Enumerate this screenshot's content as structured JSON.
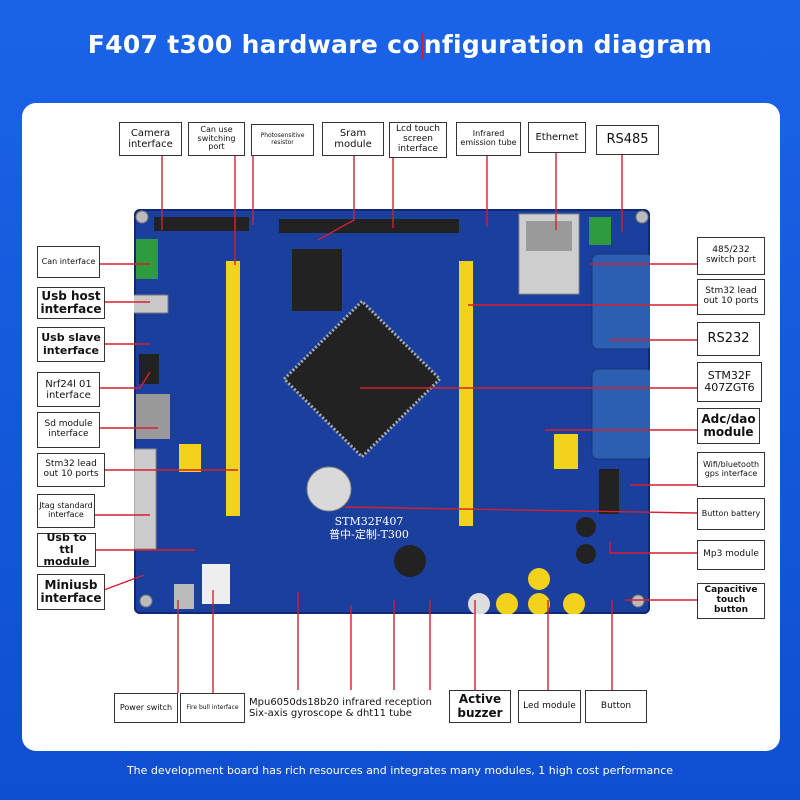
{
  "title_a": "F407 t300 hardware co",
  "title_b": "nfiguration diagram",
  "footer": "The development board has rich resources and integrates many modules, 1 high cost performance",
  "labels": {
    "camera": "Camera interface",
    "can_switch": "Can use switching port",
    "photosensitive": "Photosensitive resistor",
    "sram": "Sram module",
    "lcd": "Lcd touch screen interface",
    "infrared_emission": "Infrared emission tube",
    "ethernet": "Ethernet",
    "rs485": "RS485",
    "can_interface": "Can interface",
    "usb_host": "Usb host interface",
    "usb_slave": "Usb slave interface",
    "nrf24l01": "Nrf24l 01 interface",
    "sd": "Sd module interface",
    "stm32_left": "Stm32 lead out 10 ports",
    "jtag": "Jtag standard interface",
    "usb_ttl": "Usb to ttl module",
    "miniusb": "Miniusb interface",
    "switch_485": "485/232 switch port",
    "stm32_right": "Stm32 lead out 10 ports",
    "rs232": "RS232",
    "mcu": "STM32F 407ZGT6",
    "adc": "Adc/dao module",
    "wifi": "Wifi/bluetooth gps interface",
    "battery": "Button battery",
    "mp3": "Mp3 module",
    "capacitive": "Capacitive touch button",
    "power_switch": "Power switch",
    "fire_bull": "Fire bull interface",
    "mpu_line1": "Mpu6050ds18b20 infrared reception",
    "mpu_line2": "Six-axis gyroscope & dht11 tube",
    "buzzer": "Active buzzer",
    "led": "Led module",
    "button": "Button"
  },
  "board_text": {
    "chip_name": "STM32F407",
    "chip_sub": "普中-定制-T300"
  },
  "colors": {
    "background": "#1257d9",
    "board": "#1b3f9c",
    "leader": "#d42030",
    "header": "#f2d21b"
  }
}
